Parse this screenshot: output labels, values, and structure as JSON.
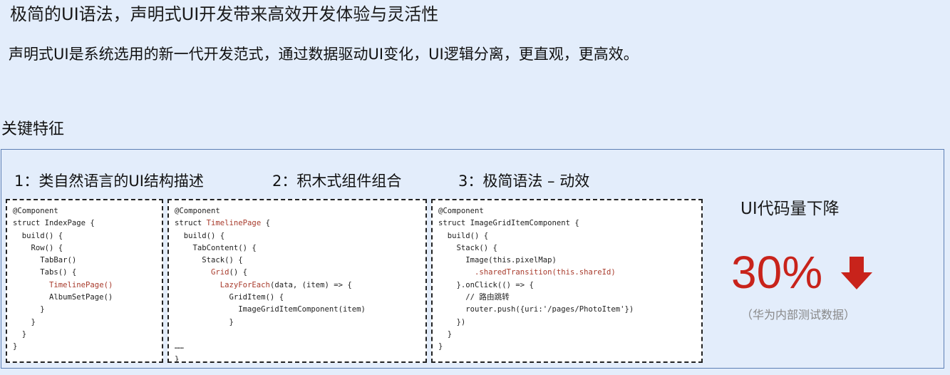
{
  "header": {
    "title": "极简的UI语法，声明式UI开发带来高效开发体验与灵活性",
    "subtitle": "声明式UI是系统选用的新一代开发范式，通过数据驱动UI变化，UI逻辑分离，更直观，更高效。"
  },
  "section": {
    "title": "关键特征"
  },
  "features": [
    {
      "label": "1：类自然语言的UI结构描述",
      "code": [
        "@Component",
        "struct IndexPage {",
        "  build() {",
        "    Row() {",
        "      TabBar()",
        "      Tabs() {",
        "        TimelinePage()",
        "        AlbumSetPage()",
        "      }",
        "    }",
        "  }",
        "}"
      ]
    },
    {
      "label": "2：积木式组件组合",
      "code": [
        "@Component",
        "struct TimelinePage {",
        "  build() {",
        "    TabContent() {",
        "      Stack() {",
        "        Grid() {",
        "          LazyForEach(data, (item) => {",
        "            GridItem() {",
        "              ImageGridItemComponent(item)",
        "            }",
        "",
        "……",
        "}"
      ]
    },
    {
      "label": "3：极简语法 – 动效",
      "code": [
        "@Component",
        "struct ImageGridItemComponent {",
        "  build() {",
        "    Stack() {",
        "      Image(this.pixelMap)",
        "        .sharedTransition(this.shareId)",
        "    }.onClick(() => {",
        "      // 路由跳转",
        "      router.push({uri:'/pages/PhotoItem'})",
        "    })",
        "  }",
        "}"
      ]
    }
  ],
  "metric": {
    "label": "UI代码量下降",
    "value": "30%",
    "note": "（华为内部测试数据）",
    "icon": "arrow-down-icon",
    "color": "#c8231b"
  },
  "colors": {
    "background": "#e3edfb",
    "panel_border": "#5d7fb5",
    "code_highlight": "#a83b2c",
    "accent_red": "#c8231b"
  }
}
